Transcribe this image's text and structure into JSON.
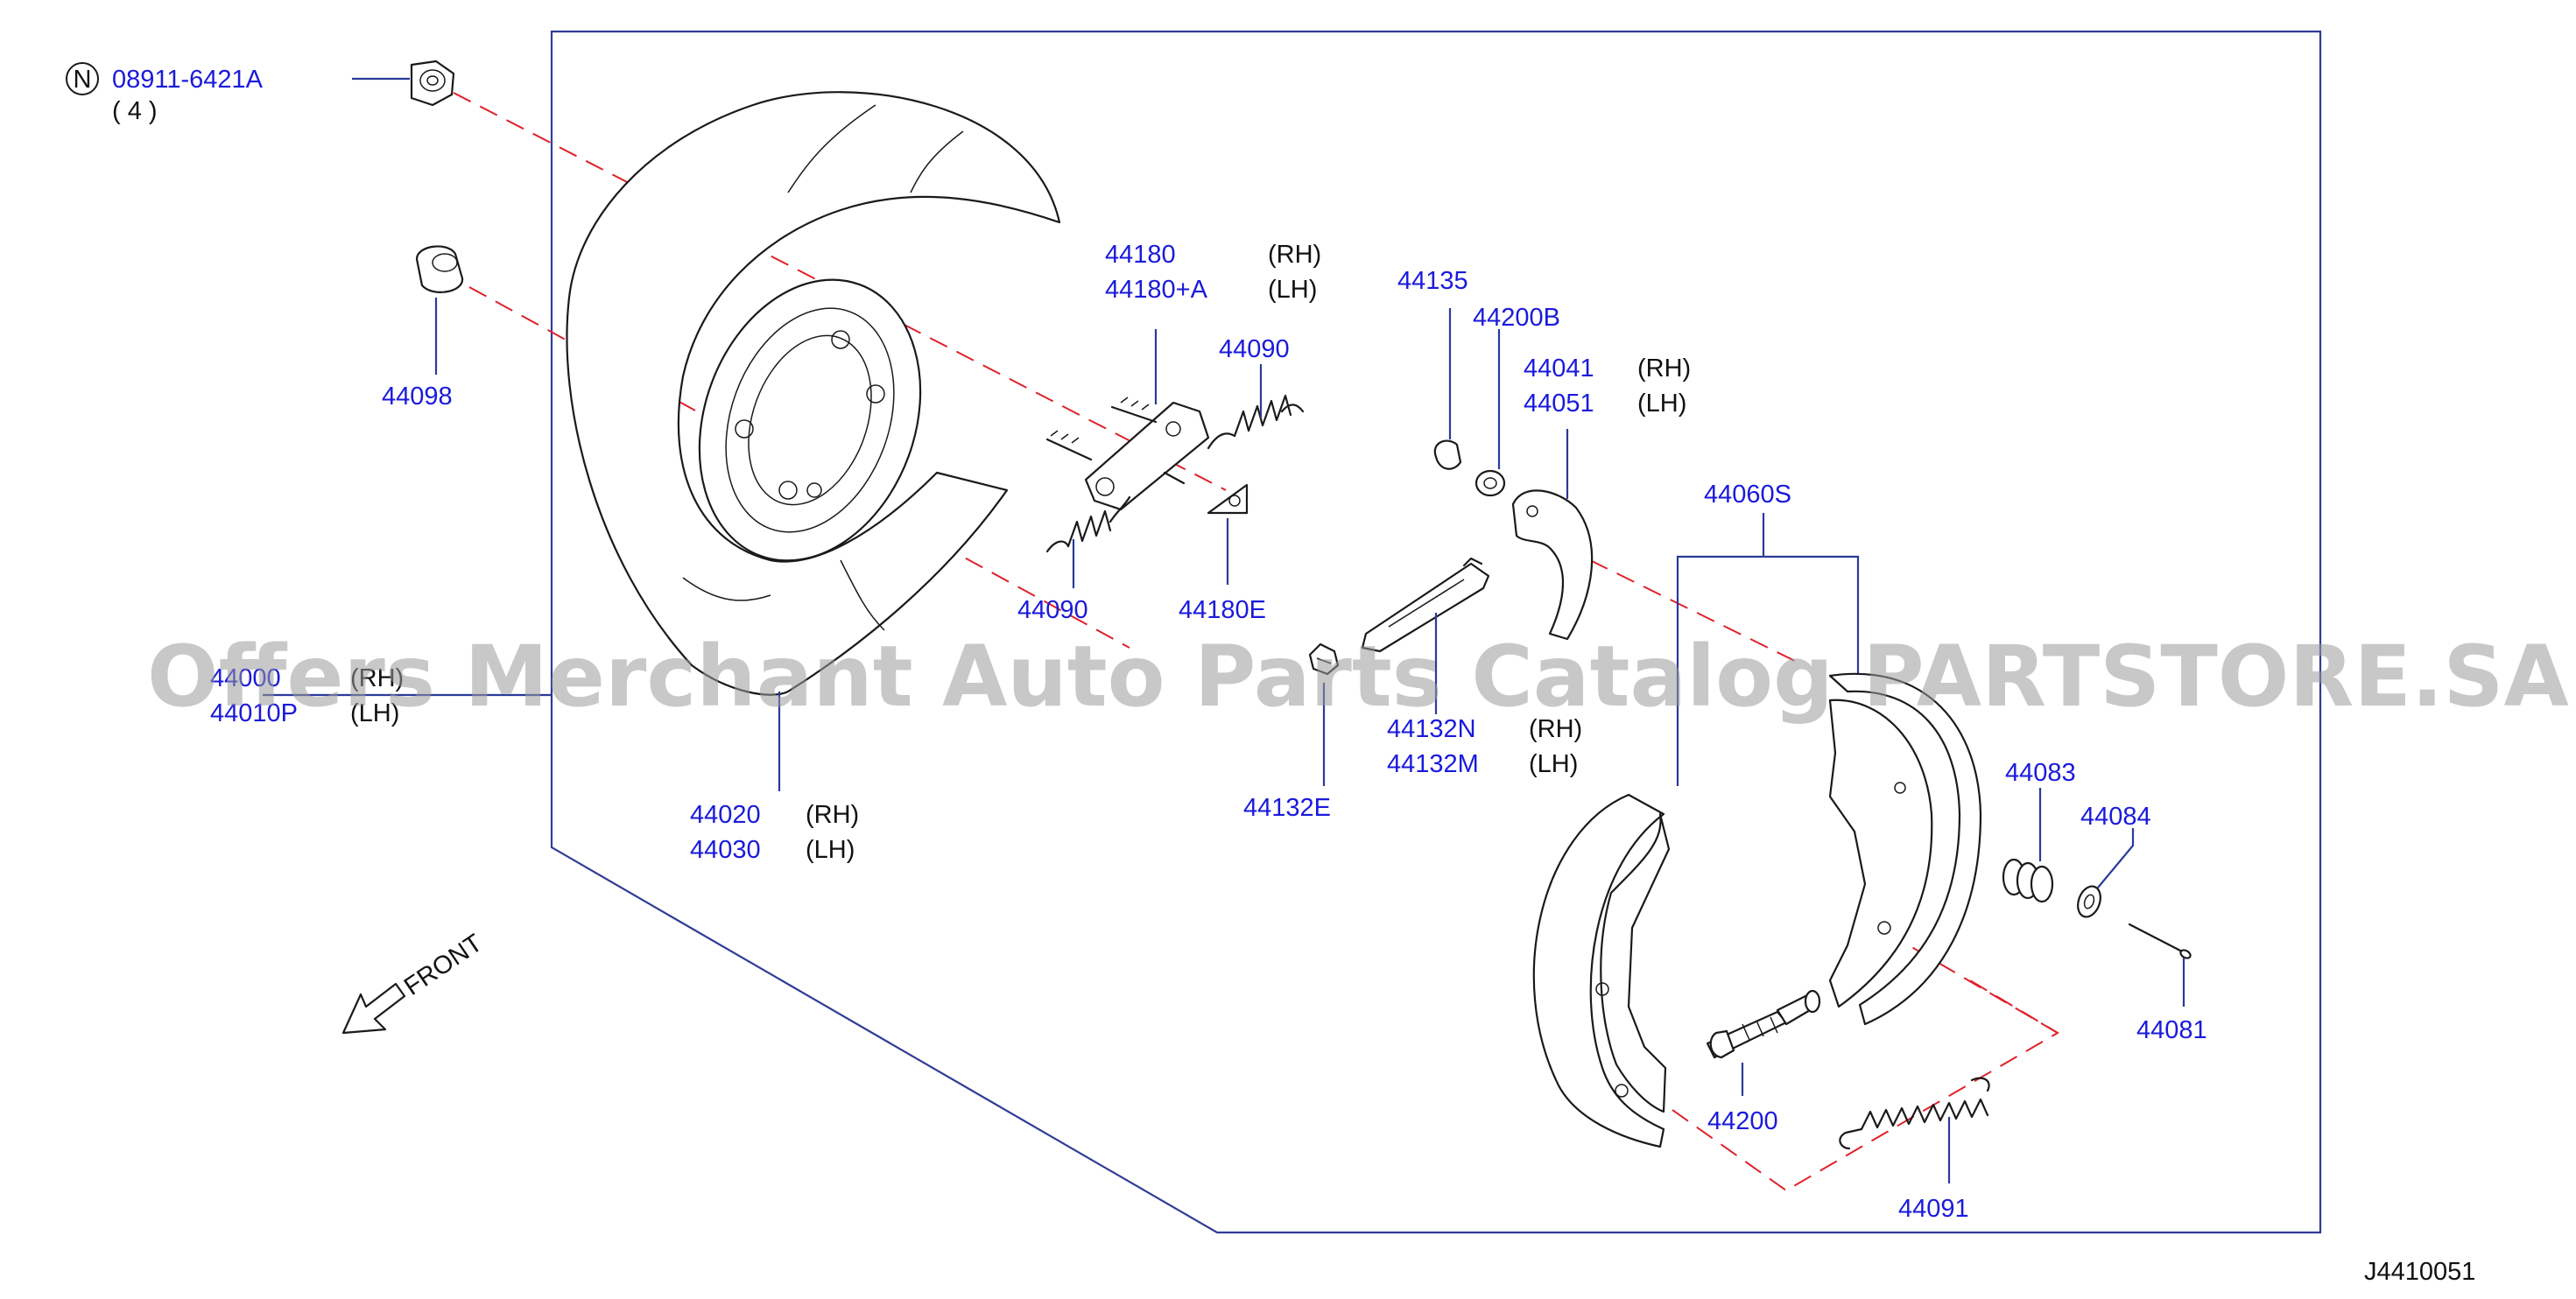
{
  "callouts": {
    "nut": {
      "code": "08911-6421A",
      "marker": "N",
      "qty": "( 4 )"
    },
    "grommet": {
      "code": "44098"
    },
    "plate": {
      "code_rh": "44000",
      "code_lh": "44010P",
      "side_rh": "(RH)",
      "side_lh": "(LH)"
    },
    "backing": {
      "code_rh": "44020",
      "code_lh": "44030",
      "side_rh": "(RH)",
      "side_lh": "(LH)"
    },
    "lever": {
      "code_rh": "44180",
      "code_lh": "44180+A",
      "side_rh": "(RH)",
      "side_lh": "(LH)"
    },
    "spring_upper": {
      "code": "44090"
    },
    "spring_lower": {
      "code": "44090"
    },
    "clip": {
      "code": "44180E"
    },
    "retainer": {
      "code": "44135"
    },
    "washer": {
      "code": "44200B"
    },
    "toggle": {
      "code_rh": "44041",
      "code_lh": "44051",
      "side_rh": "(RH)",
      "side_lh": "(LH)"
    },
    "strut": {
      "code_rh": "44132N",
      "code_lh": "44132M",
      "side_rh": "(RH)",
      "side_lh": "(LH)"
    },
    "strut_spring": {
      "code": "44132E"
    },
    "shoe_set": {
      "code": "44060S"
    },
    "hold_spring": {
      "code": "44083"
    },
    "hold_cup": {
      "code": "44084"
    },
    "hold_pin": {
      "code": "44081"
    },
    "adjuster": {
      "code": "44200"
    },
    "return_spring": {
      "code": "44091"
    }
  },
  "front_label": "FRONT",
  "diagram_id": "J4410051",
  "watermark": "Offers Merchant Auto Parts Catalog PARTSTORE.SA"
}
